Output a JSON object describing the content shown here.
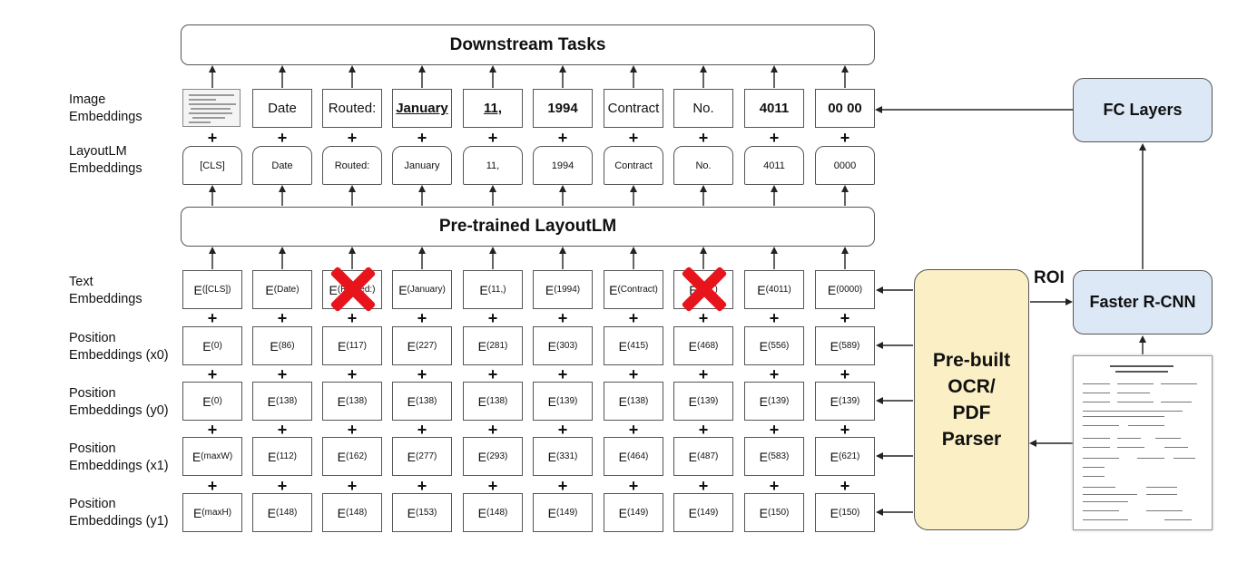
{
  "top_bar": {
    "label": "Downstream Tasks"
  },
  "middle_bar": {
    "label": "Pre-trained LayoutLM"
  },
  "ocr_box": {
    "lines": [
      "Pre-built",
      "OCR/",
      "PDF",
      "Parser"
    ]
  },
  "fc_box": {
    "label": "FC Layers"
  },
  "rcnn_box": {
    "label": "Faster R-CNN"
  },
  "roi_label": "ROI",
  "plus_sign": "+",
  "row_labels": {
    "image": [
      "Image",
      "Embeddings"
    ],
    "layoutlm": [
      "LayoutLM",
      "Embeddings"
    ],
    "text": [
      "Text",
      "Embeddings"
    ],
    "x0": [
      "Position",
      "Embeddings (x0)"
    ],
    "y0": [
      "Position",
      "Embeddings (y0)"
    ],
    "x1": [
      "Position",
      "Embeddings (x1)"
    ],
    "y1": [
      "Position",
      "Embeddings (y1)"
    ]
  },
  "image_tokens": [
    "",
    "Date",
    "Routed:",
    "January",
    "11,",
    "1994",
    "Contract",
    "No.",
    "4011",
    "00 00"
  ],
  "layoutlm_tokens": [
    "[CLS]",
    "Date",
    "Routed:",
    "January",
    "11,",
    "1994",
    "Contract",
    "No.",
    "4011",
    "0000"
  ],
  "embedding_prefix": "E",
  "text_subs": [
    "([CLS])",
    "(Date)",
    "(Routed:)",
    "(January)",
    "(11,)",
    "(1994)",
    "(Contract)",
    "(No.)",
    "(4011)",
    "(0000)"
  ],
  "x0_subs": [
    "(0)",
    "(86)",
    "(117)",
    "(227)",
    "(281)",
    "(303)",
    "(415)",
    "(468)",
    "(556)",
    "(589)"
  ],
  "y0_subs": [
    "(0)",
    "(138)",
    "(138)",
    "(138)",
    "(138)",
    "(139)",
    "(138)",
    "(139)",
    "(139)",
    "(139)"
  ],
  "x1_subs": [
    "(maxW)",
    "(112)",
    "(162)",
    "(277)",
    "(293)",
    "(331)",
    "(464)",
    "(487)",
    "(583)",
    "(621)"
  ],
  "y1_subs": [
    "(maxH)",
    "(148)",
    "(148)",
    "(153)",
    "(148)",
    "(149)",
    "(149)",
    "(149)",
    "(150)",
    "(150)"
  ],
  "masked_text_indices": [
    2,
    7
  ],
  "colors": {
    "ocr_fill": "#fbefc5",
    "cnn_fill": "#dde8f7",
    "mask_x": "#e8141c",
    "stroke": "#555555"
  }
}
